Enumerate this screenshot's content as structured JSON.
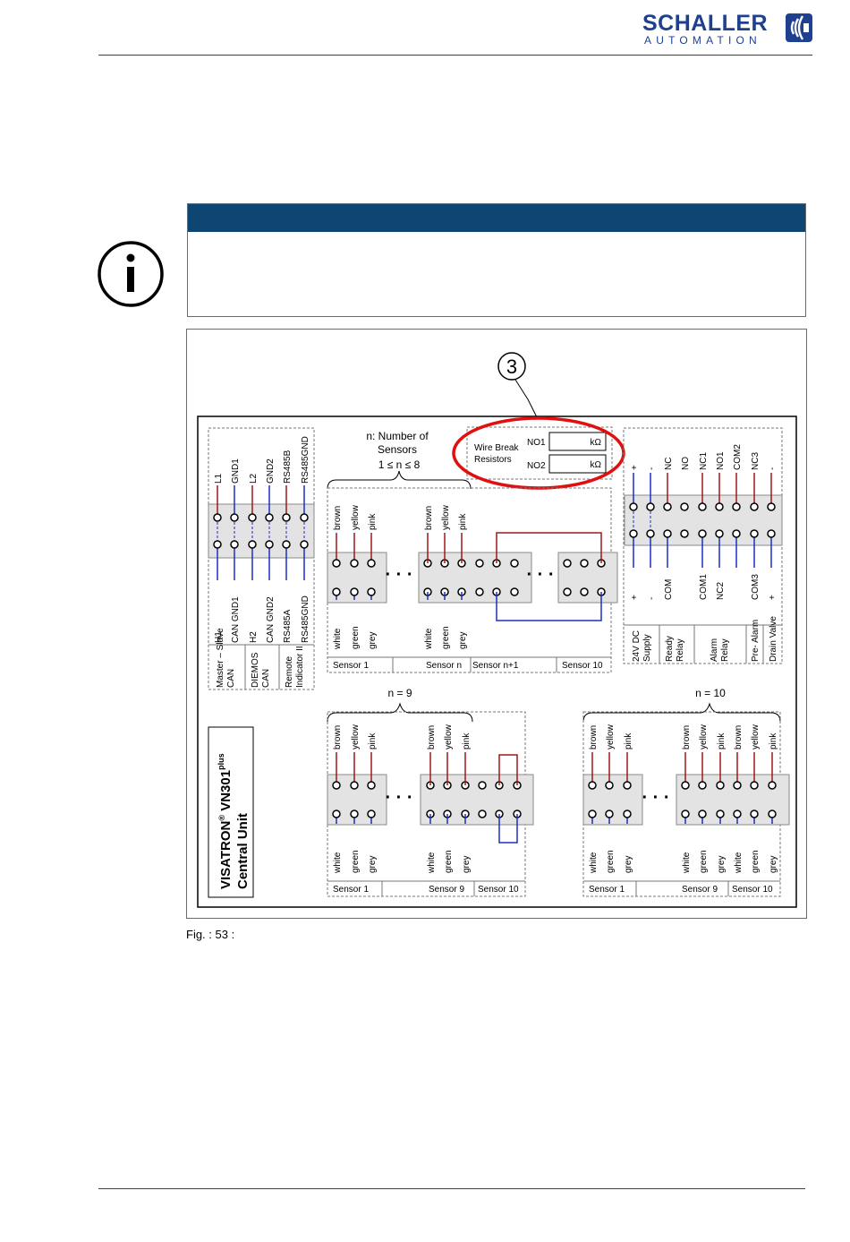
{
  "header": {
    "logo_main": "SCHALLER",
    "logo_sub": "AUTOMATION"
  },
  "icons": {
    "info": "info-circle-icon",
    "logo_mark": "sound-waves-logo-icon"
  },
  "colors": {
    "brand_blue": "#1f3f8f",
    "notice_bar": "#0d4673",
    "wire_brown": "#a01818",
    "wire_blue": "#1b2fc4",
    "highlight_red": "#e01010"
  },
  "diagram": {
    "callout_number": "3",
    "n_sensors_line1": "n: Number of",
    "n_sensors_line2": "Sensors",
    "n_range": "1 ≤ n ≤ 8",
    "wire_break_line1": "Wire Break",
    "wire_break_line2": "Resistors",
    "no1": "NO1",
    "no2": "NO2",
    "kohm": "kΩ",
    "left_top_labels": [
      "L1",
      "GND1",
      "L2",
      "GND2",
      "RS485B",
      "RS485GND"
    ],
    "left_bottom_labels": [
      "H1",
      "CAN GND1",
      "H2",
      "CAN GND2",
      "RS485A",
      "RS485GND"
    ],
    "left_groups": [
      "Master – Slave CAN",
      "DIEMOS CAN",
      "Remote Indicator II"
    ],
    "sensor_top_labels": [
      "brown",
      "yellow",
      "pink"
    ],
    "sensor_bottom_labels": [
      "white",
      "green",
      "grey"
    ],
    "sensor_names_main": [
      "Sensor 1",
      "Sensor n",
      "Sensor n+1",
      "Sensor 10"
    ],
    "dots": "· · ·",
    "right_top_labels": [
      "+",
      "-",
      "NC",
      "NO",
      "NC1",
      "NO1",
      "COM2",
      "NC3",
      "-"
    ],
    "right_bottom_labels": [
      "+",
      "-",
      "COM",
      "COM1",
      "NC2",
      "COM3",
      "+"
    ],
    "right_groups": [
      "24V DC Supply",
      "Ready Relay",
      "Alarm Relay",
      "Pre- Alarm",
      "Drain Valve"
    ],
    "n9_label": "n = 9",
    "n10_label": "n = 10",
    "sensor_names_n9": [
      "Sensor 1",
      "Sensor 9",
      "Sensor 10"
    ],
    "sensor_names_n10": [
      "Sensor 1",
      "Sensor 9",
      "Sensor 10"
    ],
    "n10_top_labels": [
      "brown",
      "yellow",
      "pink",
      "brown",
      "yellow",
      "pink",
      "brown",
      "yellow",
      "pink"
    ],
    "n10_bottom_labels": [
      "white",
      "green",
      "grey",
      "white",
      "green",
      "grey",
      "white",
      "green",
      "grey"
    ],
    "product_name": "VISATRON",
    "product_reg": "®",
    "product_model": " VN301",
    "product_plus": "plus",
    "product_sub": "Central Unit"
  },
  "caption": "Fig. : 53 :"
}
